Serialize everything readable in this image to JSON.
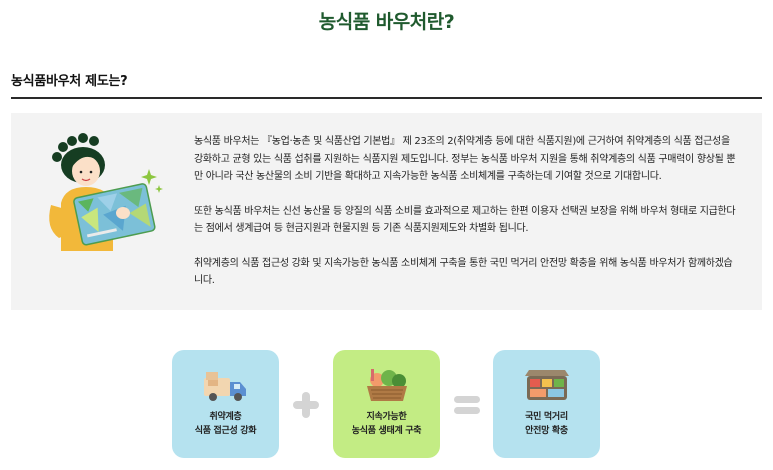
{
  "page": {
    "title": "농식품 바우처란?"
  },
  "section": {
    "title": "농식품바우처 제도는?"
  },
  "intro": {
    "paragraphs": [
      "농식품 바우처는 『농업·농촌 및 식품산업 기본법』 제 23조의 2(취약계층 등에 대한 식품지원)에 근거하여 취약계층의 식품 접근성을 강화하고 균형 있는 식품 섭취를 지원하는 식품지원 제도입니다. 정부는 농식품 바우처 지원을 통해 취약계층의 식품 구매력이 향상될 뿐만 아니라 국산 농산물의 소비 기반을 확대하고 지속가능한 농식품 소비체계를 구축하는데 기여할 것으로 기대합니다.",
      "또한 농식품 바우처는 신선 농산물 등 양질의 식품 소비를 효과적으로 제고하는 한편 이용자 선택권 보장을 위해 바우처 형태로 지급한다는 점에서 생계급여 등 현금지원과 현물지원 등 기존 식품지원제도와 차별화 됩니다.",
      "취약계층의 식품 접근성 강화 및 지속가능한 농식품 소비체계 구축을 통한 국민 먹거리 안전망 확충을 위해 농식품 바우처가 함께하겠습니다."
    ]
  },
  "cards": [
    {
      "line1": "취약계층",
      "line2": "식품 접근성 강화",
      "icon": "delivery-truck-icon",
      "color": "#b5e2ef"
    },
    {
      "line1": "지속가능한",
      "line2": "농식품 생태계 구축",
      "icon": "produce-basket-icon",
      "color": "#c3ec84"
    },
    {
      "line1": "국민 먹거리",
      "line2": "안전망 확충",
      "icon": "food-box-icon",
      "color": "#b5e2ef"
    }
  ],
  "operators": {
    "plus": "plus-icon",
    "equals": "equals-icon",
    "color": "#d4d4d4"
  },
  "colors": {
    "title_green": "#1f5a2e",
    "box_bg": "#f3f3f3"
  }
}
